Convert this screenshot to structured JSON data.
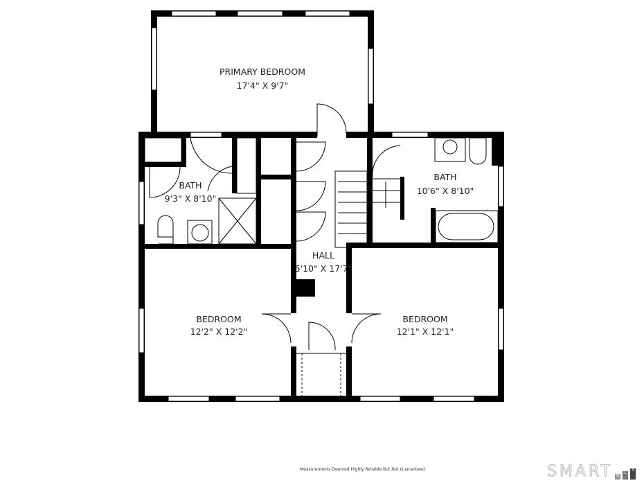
{
  "rooms": [
    {
      "name": "PRIMARY BEDROOM",
      "size": "17'4\" X 9'7\""
    },
    {
      "name": "BATH",
      "size": "9'3\" X 8'10\""
    },
    {
      "name": "BATH",
      "size": "10'6\" X 8'10\""
    },
    {
      "name": "HALL",
      "size": "5'10\" X 17'7\""
    },
    {
      "name": "BEDROOM",
      "size": "12'2\" X 12'2\""
    },
    {
      "name": "BEDROOM",
      "size": "12'1\" X 12'1\""
    }
  ],
  "footer": {
    "disclaimer": "Measurements Deemed Highly Reliable But Not Guaranteed.",
    "logo_text": "SMART",
    "logo_sub": [
      "M",
      "L",
      "S"
    ]
  },
  "colors": {
    "wall": "#000000",
    "background": "#ffffff"
  }
}
